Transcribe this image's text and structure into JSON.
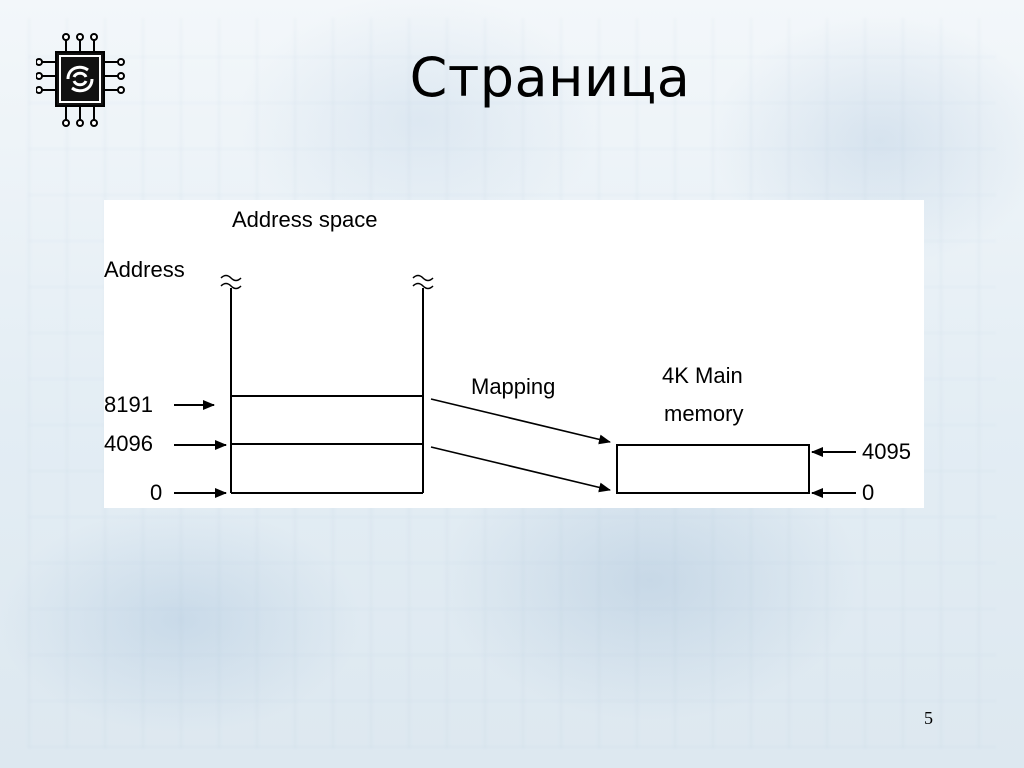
{
  "slide": {
    "title": "Страница",
    "page_number": "5"
  },
  "diagram": {
    "address_space_label": "Address space",
    "address_label": "Address",
    "mapping_label": "Mapping",
    "main_memory_label_line1": "4K Main",
    "main_memory_label_line2": "memory",
    "virtual_addresses": [
      "8191",
      "4096",
      "0"
    ],
    "physical_addresses": [
      "4095",
      "0"
    ],
    "break_symbol": "≈"
  },
  "colors": {
    "background": "#f4f8fb",
    "line": "#000000",
    "panel": "#ffffff"
  }
}
